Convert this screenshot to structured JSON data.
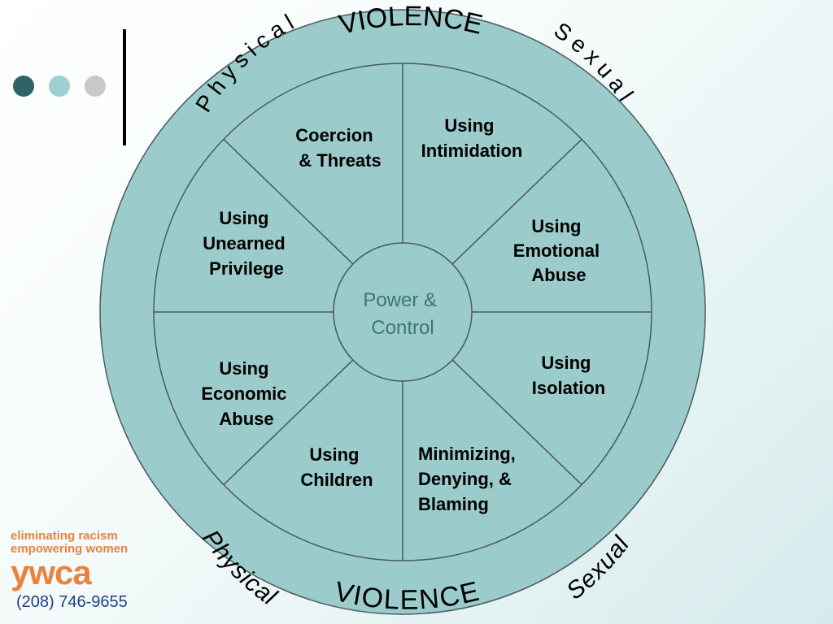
{
  "colors": {
    "wheel_fill": "#9ccbcc",
    "line": "#4a5a5a",
    "center_text": "#3e7677",
    "dot_dark": "#2d6466",
    "dot_mid": "#9cd0d2",
    "dot_light": "#c9c9c9",
    "bar": "#000000",
    "logo": "#e8823d",
    "phone": "#1d3f86"
  },
  "decor": {
    "icons": [
      "dot-dark-icon",
      "dot-teal-icon",
      "dot-gray-icon"
    ]
  },
  "wheel": {
    "center": [
      "Power &",
      "Control"
    ],
    "segments": [
      {
        "name": "coercion-threats",
        "lines": [
          "Coercion",
          "& Threats"
        ]
      },
      {
        "name": "intimidation",
        "lines": [
          "Using",
          "Intimidation"
        ]
      },
      {
        "name": "emotional-abuse",
        "lines": [
          "Using",
          "Emotional",
          "Abuse"
        ]
      },
      {
        "name": "isolation",
        "lines": [
          "Using",
          "Isolation"
        ]
      },
      {
        "name": "minimizing",
        "lines": [
          "Minimizing,",
          "Denying, &",
          "Blaming"
        ]
      },
      {
        "name": "children",
        "lines": [
          "Using",
          "Children"
        ]
      },
      {
        "name": "economic-abuse",
        "lines": [
          "Using",
          "Economic",
          "Abuse"
        ]
      },
      {
        "name": "unearned-privilege",
        "lines": [
          "Using",
          "Unearned",
          "Privilege"
        ]
      }
    ],
    "ring": {
      "top_violence": "VIOLENCE",
      "bottom_violence": "VIOLENCE",
      "top_physical": "Physical",
      "top_sexual": "Sexual",
      "bottom_physical": "Physical",
      "bottom_sexual": "Sexual"
    }
  },
  "logo": {
    "line1": "eliminating racism",
    "line2": "empowering women",
    "word": "ywca"
  },
  "phone": "(208) 746-9655"
}
